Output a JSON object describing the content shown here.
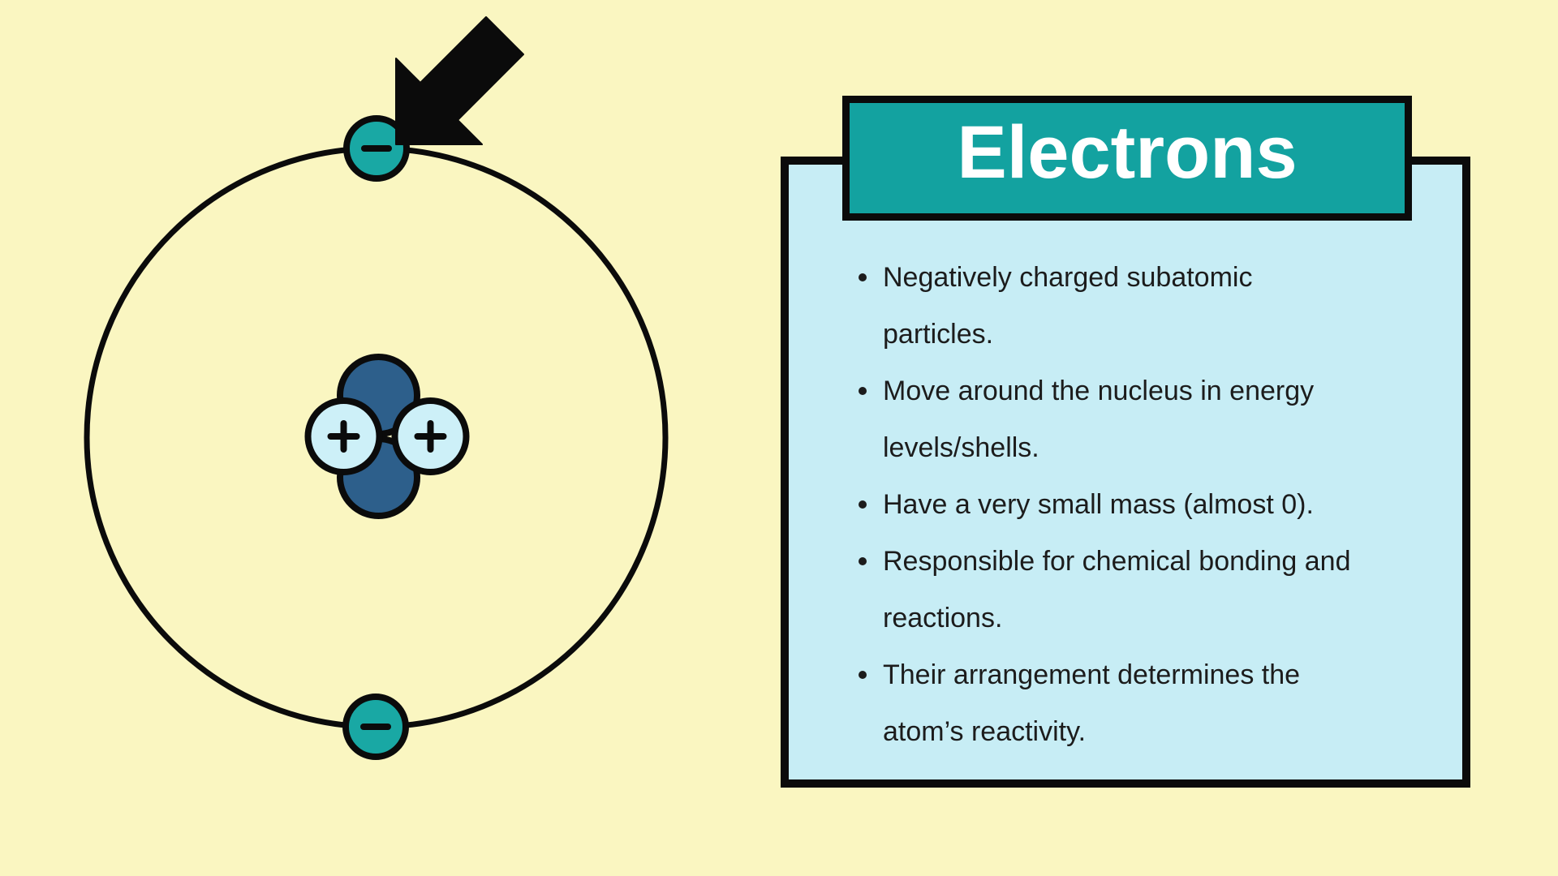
{
  "canvas": {
    "background": "#FAF6C1"
  },
  "atom": {
    "colors": {
      "ink": "#0B0B0B",
      "electron_fill": "#19A8A4",
      "proton_fill": "#CDF0F8",
      "neutron_fill": "#2D5F8B"
    },
    "electron_symbol": "−",
    "proton_symbol": "+",
    "electrons_visible": 2,
    "protons_visible": 2,
    "neutrons_visible": 2
  },
  "card": {
    "title": "Electrons",
    "header_background": "#13A2A0",
    "header_text_color": "#FFFFFF",
    "body_background": "#C7EDF5",
    "border_color": "#0B0B0B",
    "text_color": "#1C1C1C",
    "bullets": [
      {
        "lines": [
          "Negatively charged subatomic",
          "particles."
        ]
      },
      {
        "lines": [
          "Move around the nucleus in energy",
          "levels/shells."
        ]
      },
      {
        "lines": [
          "Have a very small mass (almost 0)."
        ]
      },
      {
        "lines": [
          "Responsible for chemical bonding and",
          "reactions."
        ]
      },
      {
        "lines": [
          "Their arrangement determines the",
          "atom’s reactivity."
        ]
      }
    ]
  }
}
